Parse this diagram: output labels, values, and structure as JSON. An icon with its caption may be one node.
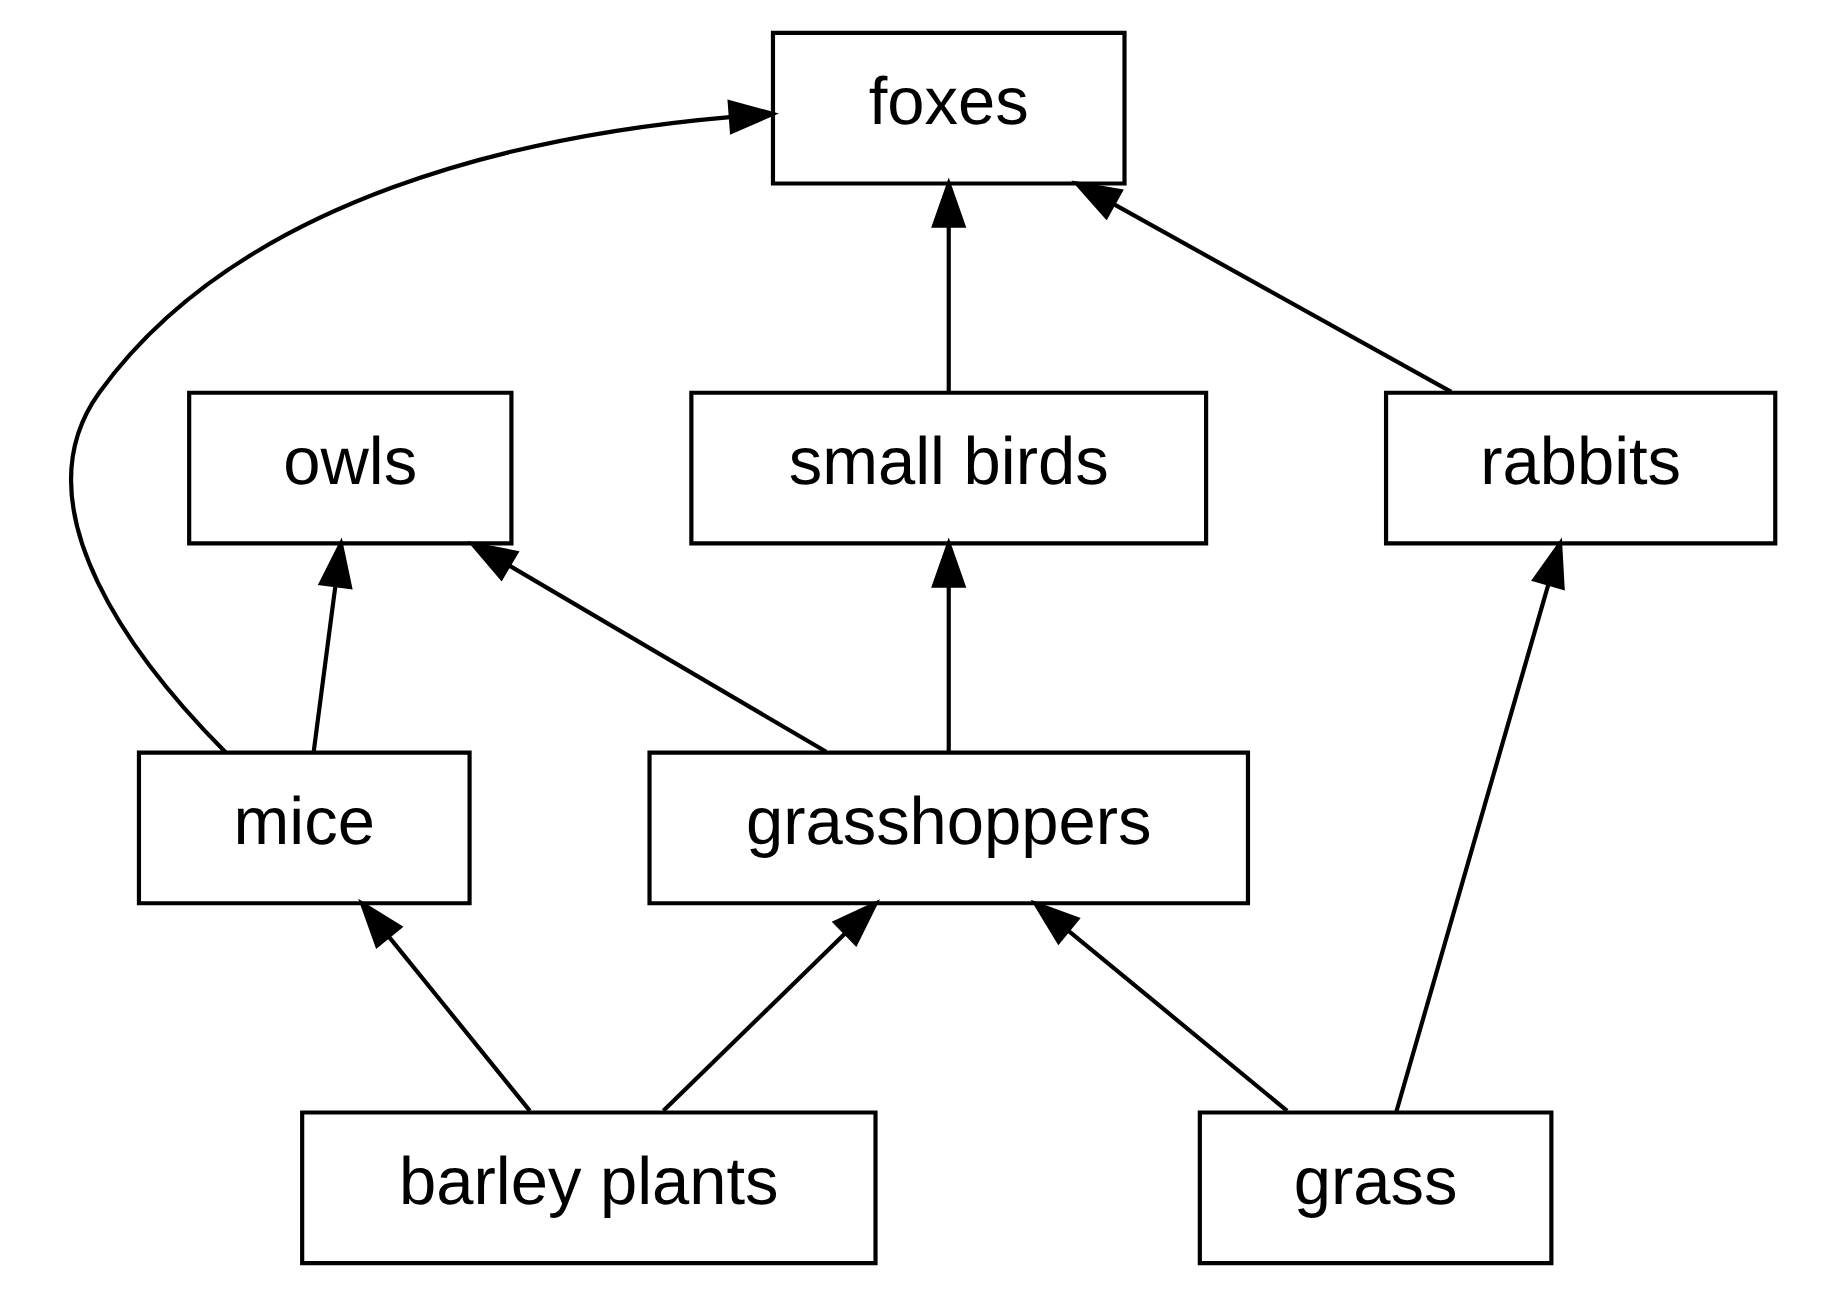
{
  "diagram": {
    "nodes": [
      {
        "text": [
          "foxes"
        ]
      },
      {
        "text": [
          "owls"
        ]
      },
      {
        "text": [
          "small birds"
        ]
      },
      {
        "text": [
          "rabbits"
        ]
      },
      {
        "text": [
          "mice"
        ]
      },
      {
        "text": [
          "grasshoppers"
        ]
      },
      {
        "text": [
          "grass"
        ]
      },
      {
        "text": [
          "barley plants"
        ]
      }
    ],
    "edges": [
      {
        "from": 6,
        "to": 3,
        "arrow": "to"
      },
      {
        "from": 6,
        "to": 5,
        "arrow": "to"
      },
      {
        "from": 7,
        "to": 4,
        "arrow": "to"
      },
      {
        "from": 7,
        "to": 5,
        "arrow": "to"
      },
      {
        "from": 3,
        "to": 0,
        "arrow": "to"
      },
      {
        "from": 4,
        "to": 0,
        "arrow": "to"
      },
      {
        "from": 2,
        "to": 0,
        "arrow": "to"
      },
      {
        "from": 4,
        "to": 1,
        "arrow": "to"
      },
      {
        "from": 5,
        "to": 2,
        "arrow": "to"
      },
      {
        "from": 5,
        "to": 1,
        "arrow": "to"
      }
    ]
  }
}
